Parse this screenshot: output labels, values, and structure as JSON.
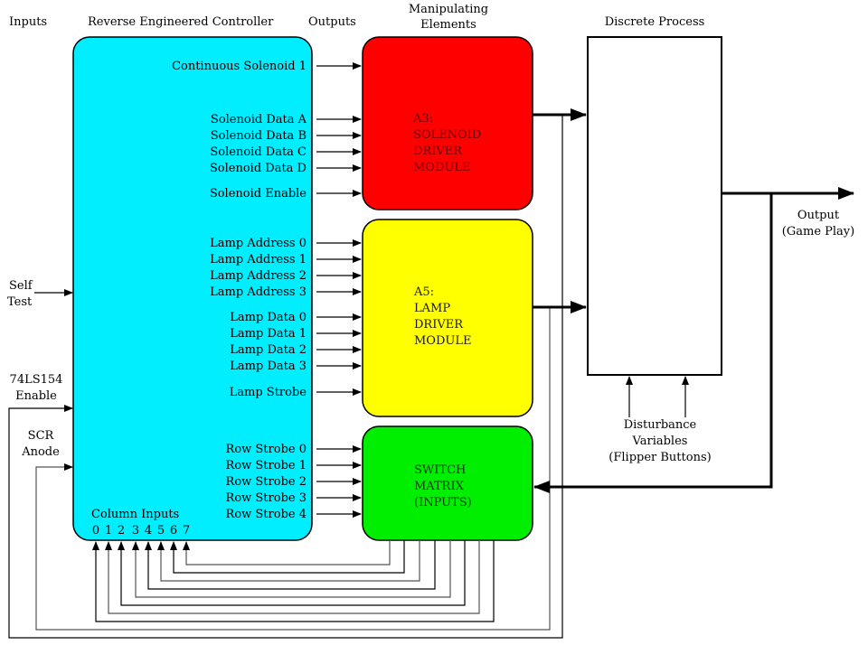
{
  "headers": {
    "inputs": "Inputs",
    "controller": "Reverse Engineered Controller",
    "outputs": "Outputs",
    "manipulating": [
      "Manipulating",
      "Elements"
    ],
    "process": "Discrete Process"
  },
  "colors": {
    "controller": "#00eeff",
    "solenoid": "#ff0000",
    "lamp": "#ffff00",
    "switch": "#00ee00",
    "process": "#ffffff",
    "text_solenoid": "#6b0000",
    "text_lamp": "#202000",
    "text_switch": "#004000"
  },
  "controller_inputs": [
    {
      "lines": [
        "Self",
        "Test"
      ]
    },
    {
      "lines": [
        "74LS154",
        "Enable"
      ]
    },
    {
      "lines": [
        "SCR",
        "Anode"
      ]
    }
  ],
  "solenoid_signals": [
    "Continuous Solenoid 1",
    "Solenoid Data A",
    "Solenoid Data B",
    "Solenoid Data C",
    "Solenoid Data D",
    "Solenoid Enable"
  ],
  "lamp_signals": [
    "Lamp Address 0",
    "Lamp Address 1",
    "Lamp Address 2",
    "Lamp Address 3",
    "Lamp Data 0",
    "Lamp Data 1",
    "Lamp Data 2",
    "Lamp Data 3",
    "Lamp Strobe"
  ],
  "row_signals": [
    "Row Strobe 0",
    "Row Strobe 1",
    "Row Strobe 2",
    "Row Strobe 3",
    "Row Strobe 4"
  ],
  "column_inputs": {
    "title": "Column Inputs",
    "numbers": [
      "0",
      "1",
      "2",
      "3",
      "4",
      "5",
      "6",
      "7"
    ]
  },
  "blocks": {
    "solenoid": [
      "A3:",
      "SOLENOID",
      "DRIVER",
      "MODULE"
    ],
    "lamp": [
      "A5:",
      "LAMP",
      "DRIVER",
      "MODULE"
    ],
    "switch": [
      "SWITCH",
      "MATRIX",
      "(INPUTS)"
    ]
  },
  "output_label": [
    "Output",
    "(Game Play)"
  ],
  "disturbance_label": [
    "Disturbance",
    "Variables",
    "(Flipper Buttons)"
  ]
}
